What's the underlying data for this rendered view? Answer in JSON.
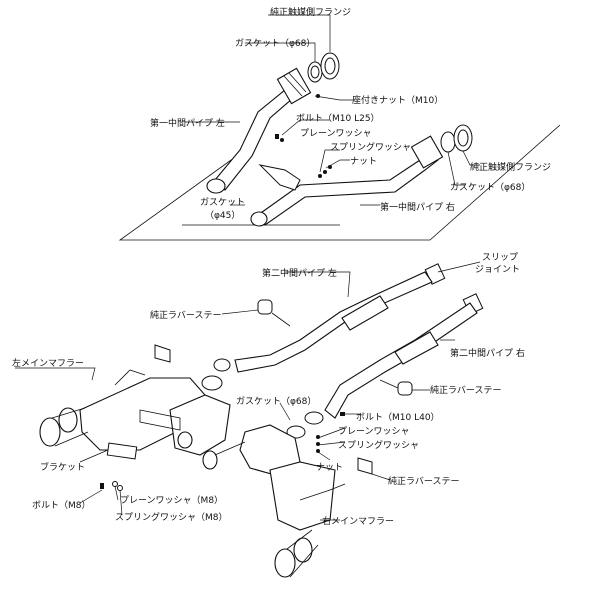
{
  "labels": {
    "cat_flange_top": "純正触媒側フランジ",
    "gasket_68_top": "ガスケット（φ68）",
    "nut_flange_m10": "座付きナット（M10）",
    "pipe1_left": "第一中間パイプ 左",
    "bolt_m10_l25": "ボルト（M10 L25）",
    "plain_washer_top": "プレーンワッシャ",
    "spring_washer_top": "スプリングワッシャ",
    "nut_top": "ナット",
    "cat_flange_right": "純正触媒側フランジ",
    "gasket_68_right": "ガスケット（φ68）",
    "gasket_45": "ガスケット",
    "gasket_45_size": "（φ45）",
    "pipe1_right": "第一中間パイプ 右",
    "slip_joint_1": "スリップ",
    "slip_joint_2": "ジョイント",
    "pipe2_left": "第二中間パイプ 左",
    "rubber_stay_left": "純正ラバーステー",
    "pipe2_right": "第二中間パイプ 右",
    "left_muffler": "左メインマフラー",
    "rubber_stay_mid": "純正ラバーステー",
    "gasket_68_mid": "ガスケット（φ68）",
    "bolt_m10_l40": "ボルト（M10 L40）",
    "plain_washer_mid": "プレーンワッシャ",
    "spring_washer_mid": "スプリングワッシャ",
    "nut_mid": "ナット",
    "bracket": "ブラケット",
    "rubber_stay_right": "純正ラバーステー",
    "bolt_m8": "ボルト（M8）",
    "plain_washer_m8": "プレーンワッシャ（M8）",
    "spring_washer_m8": "スプリングワッシャ（M8）",
    "right_muffler": "右メインマフラー"
  }
}
